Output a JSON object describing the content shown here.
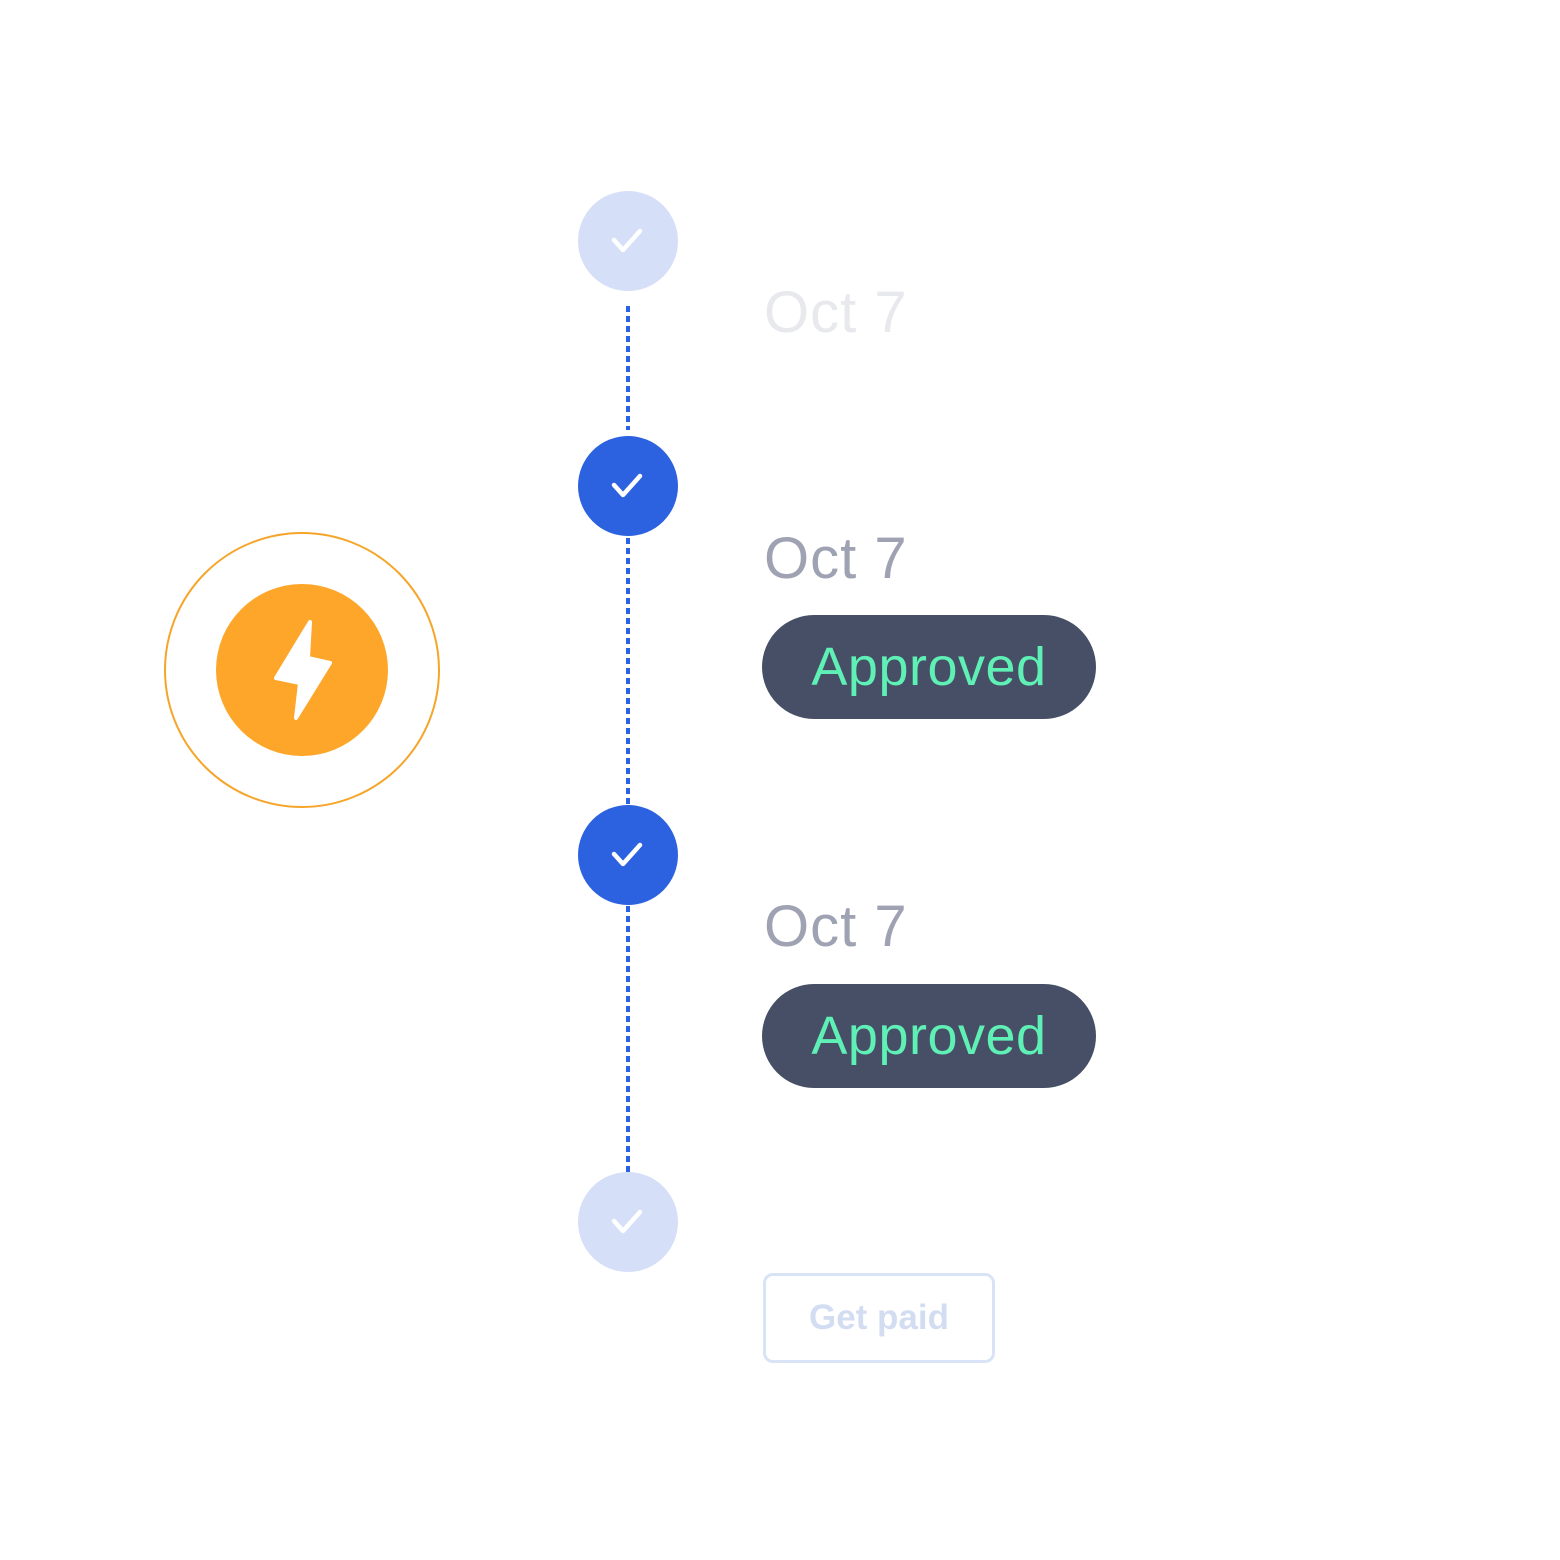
{
  "timeline": {
    "steps": [
      {
        "state": "pending",
        "icon": "check-icon",
        "date": "Oct 7"
      },
      {
        "state": "done",
        "icon": "check-icon",
        "date": "Oct 7",
        "status": "Approved"
      },
      {
        "state": "done",
        "icon": "check-icon",
        "date": "Oct 7",
        "status": "Approved"
      },
      {
        "state": "pending",
        "icon": "check-icon",
        "action": "Get paid"
      }
    ]
  },
  "badge": {
    "icon": "lightning-icon"
  },
  "colors": {
    "primary_blue": "#2c62df",
    "pending_blue": "#d6dff8",
    "pill_background": "#464f66",
    "approved_green": "#5ff0b6",
    "accent_orange": "#fda629"
  }
}
